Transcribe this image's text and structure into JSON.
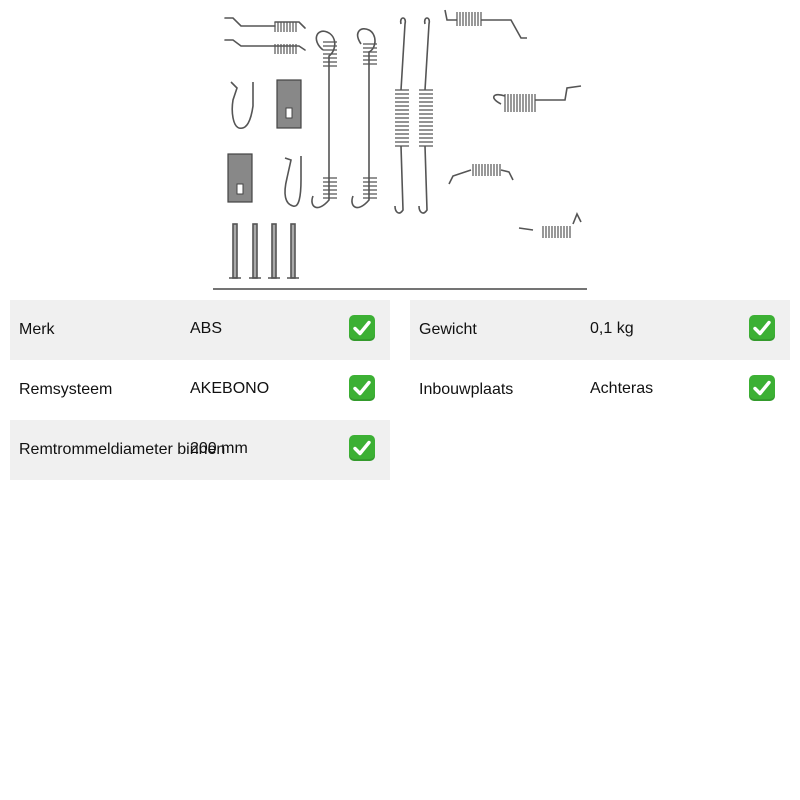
{
  "product_image": {
    "icon": "brake-shoe-fitting-kit-icon",
    "accent_color": "#555555"
  },
  "specs_left": [
    {
      "label": "Merk",
      "value": "ABS",
      "icon": "green-check-icon"
    },
    {
      "label": "Remsysteem",
      "value": "AKEBONO",
      "icon": "green-check-icon"
    },
    {
      "label": "Remtrommeldiameter binnen",
      "value": "200 mm",
      "icon": "green-check-icon"
    }
  ],
  "specs_right": [
    {
      "label": "Gewicht",
      "value": "0,1 kg",
      "icon": "green-check-icon"
    },
    {
      "label": "Inbouwplaats",
      "value": "Achteras",
      "icon": "green-check-icon"
    }
  ],
  "colors": {
    "row_shade": "#f0f0f0",
    "check_green": "#3cb034"
  }
}
